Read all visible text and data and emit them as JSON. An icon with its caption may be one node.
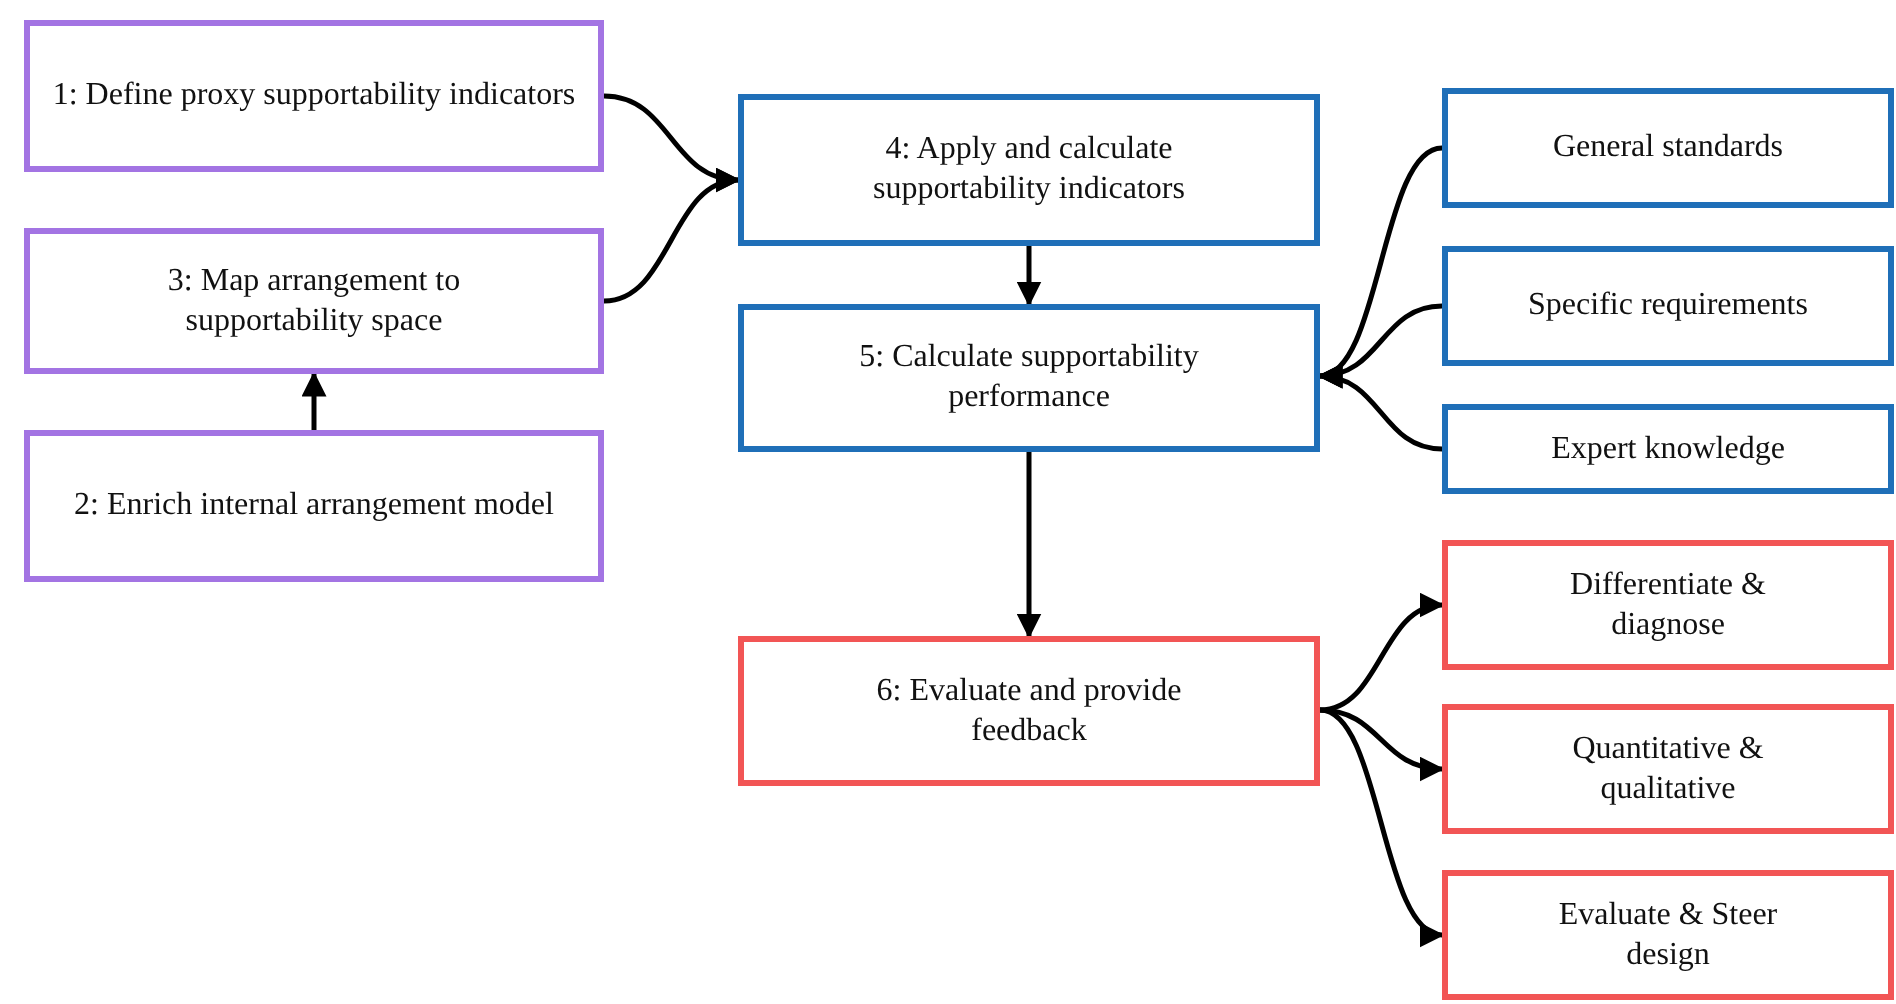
{
  "diagram": {
    "nodes": [
      {
        "text": [
          "1: Define proxy supportability indicators"
        ]
      },
      {
        "text": [
          "3: Map arrangement to supportability space"
        ]
      },
      {
        "text": [
          "2: Enrich internal arrangement model"
        ]
      },
      {
        "text": [
          "4: Apply and calculate supportability indicators"
        ]
      },
      {
        "text": [
          "5: Calculate supportability performance"
        ]
      },
      {
        "text": [
          "General standards"
        ]
      },
      {
        "text": [
          "Specific requirements"
        ]
      },
      {
        "text": [
          "Expert knowledge"
        ]
      },
      {
        "text": [
          "6: Evaluate and provide feedback"
        ]
      },
      {
        "text": [
          "Differentiate & diagnose"
        ]
      },
      {
        "text": [
          "Quantitative & qualitative"
        ]
      },
      {
        "text": [
          "Evaluate & Steer design"
        ]
      }
    ],
    "edges": [
      {
        "from": 0,
        "to": 3,
        "arrow": "to"
      },
      {
        "from": 1,
        "to": 3,
        "arrow": "to"
      },
      {
        "from": 2,
        "to": 1,
        "arrow": "to"
      },
      {
        "from": 3,
        "to": 4,
        "arrow": "to"
      },
      {
        "from": 5,
        "to": 4,
        "arrow": "to"
      },
      {
        "from": 6,
        "to": 4,
        "arrow": "to"
      },
      {
        "from": 7,
        "to": 4,
        "arrow": "to"
      },
      {
        "from": 4,
        "to": 8,
        "arrow": "to"
      },
      {
        "from": 8,
        "to": 9,
        "arrow": "to"
      },
      {
        "from": 8,
        "to": 10,
        "arrow": "to"
      },
      {
        "from": 8,
        "to": 11,
        "arrow": "to"
      }
    ]
  }
}
